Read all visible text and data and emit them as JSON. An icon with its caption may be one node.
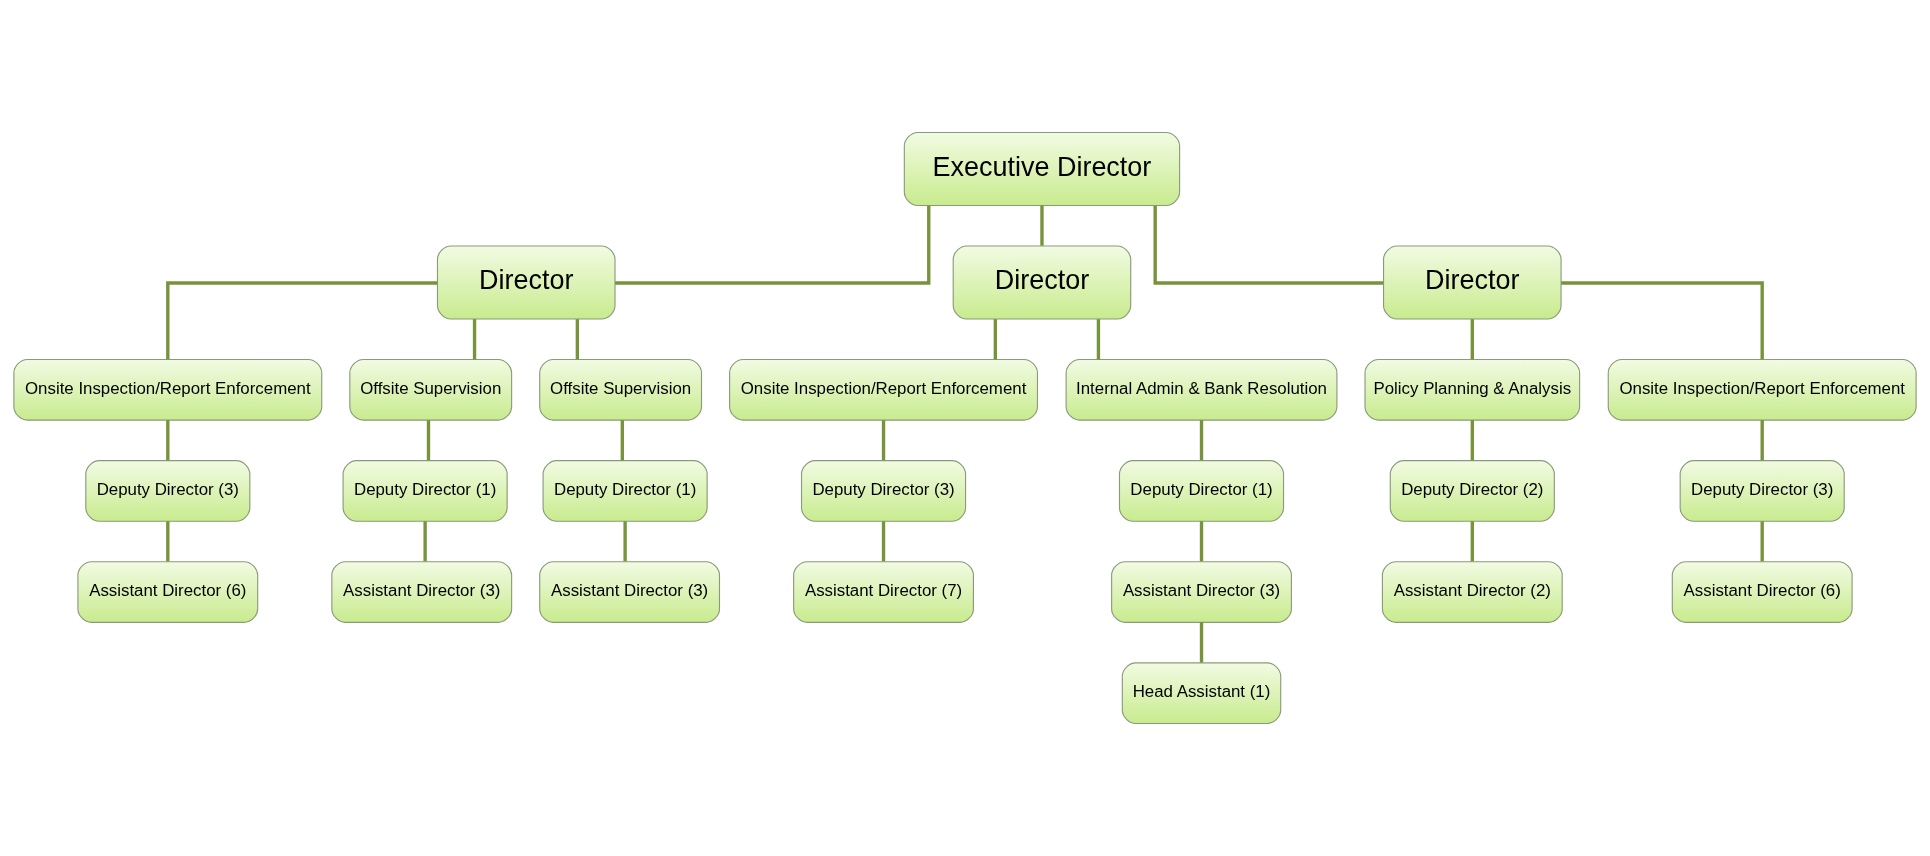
{
  "diagram": {
    "nodes": [
      {
        "text": [
          "Executive Director"
        ]
      },
      {
        "text": [
          "Director"
        ]
      },
      {
        "text": [
          "Director"
        ]
      },
      {
        "text": [
          "Director"
        ]
      },
      {
        "text": [
          "Onsite Inspection/Report Enforcement"
        ]
      },
      {
        "text": [
          "Offsite Supervision"
        ]
      },
      {
        "text": [
          "Offsite Supervision"
        ]
      },
      {
        "text": [
          "Onsite Inspection/Report Enforcement"
        ]
      },
      {
        "text": [
          "Internal Admin & Bank Resolution"
        ]
      },
      {
        "text": [
          "Policy Planning & Analysis"
        ]
      },
      {
        "text": [
          "Onsite Inspection/Report Enforcement"
        ]
      },
      {
        "text": [
          "Deputy Director (3)"
        ]
      },
      {
        "text": [
          "Deputy Director (1)"
        ]
      },
      {
        "text": [
          "Deputy Director (1)"
        ]
      },
      {
        "text": [
          "Deputy Director (3)"
        ]
      },
      {
        "text": [
          "Deputy Director (1)"
        ]
      },
      {
        "text": [
          "Deputy Director (2)"
        ]
      },
      {
        "text": [
          "Deputy Director (3)"
        ]
      },
      {
        "text": [
          "Assistant Director (6)"
        ]
      },
      {
        "text": [
          "Assistant Director (3)"
        ]
      },
      {
        "text": [
          "Assistant Director (3)"
        ]
      },
      {
        "text": [
          "Assistant Director (7)"
        ]
      },
      {
        "text": [
          "Assistant Director (3)"
        ]
      },
      {
        "text": [
          "Assistant Director (2)"
        ]
      },
      {
        "text": [
          "Assistant Director (6)"
        ]
      },
      {
        "text": [
          "Head Assistant (1)"
        ]
      }
    ],
    "edges": [
      {
        "from": 0,
        "to": 1,
        "arrow": "none"
      },
      {
        "from": 0,
        "to": 2,
        "arrow": "none"
      },
      {
        "from": 0,
        "to": 3,
        "arrow": "none"
      },
      {
        "from": 1,
        "to": 4,
        "arrow": "none"
      },
      {
        "from": 1,
        "to": 5,
        "arrow": "none"
      },
      {
        "from": 1,
        "to": 6,
        "arrow": "none"
      },
      {
        "from": 2,
        "to": 7,
        "arrow": "none"
      },
      {
        "from": 2,
        "to": 8,
        "arrow": "none"
      },
      {
        "from": 3,
        "to": 9,
        "arrow": "none"
      },
      {
        "from": 3,
        "to": 10,
        "arrow": "none"
      },
      {
        "from": 4,
        "to": 11,
        "arrow": "none"
      },
      {
        "from": 5,
        "to": 12,
        "arrow": "none"
      },
      {
        "from": 6,
        "to": 13,
        "arrow": "none"
      },
      {
        "from": 7,
        "to": 14,
        "arrow": "none"
      },
      {
        "from": 8,
        "to": 15,
        "arrow": "none"
      },
      {
        "from": 9,
        "to": 16,
        "arrow": "none"
      },
      {
        "from": 10,
        "to": 17,
        "arrow": "none"
      },
      {
        "from": 11,
        "to": 18,
        "arrow": "none"
      },
      {
        "from": 12,
        "to": 19,
        "arrow": "none"
      },
      {
        "from": 13,
        "to": 20,
        "arrow": "none"
      },
      {
        "from": 14,
        "to": 21,
        "arrow": "none"
      },
      {
        "from": 15,
        "to": 22,
        "arrow": "none"
      },
      {
        "from": 16,
        "to": 23,
        "arrow": "none"
      },
      {
        "from": 17,
        "to": 24,
        "arrow": "none"
      },
      {
        "from": 22,
        "to": 25,
        "arrow": "none"
      }
    ]
  }
}
